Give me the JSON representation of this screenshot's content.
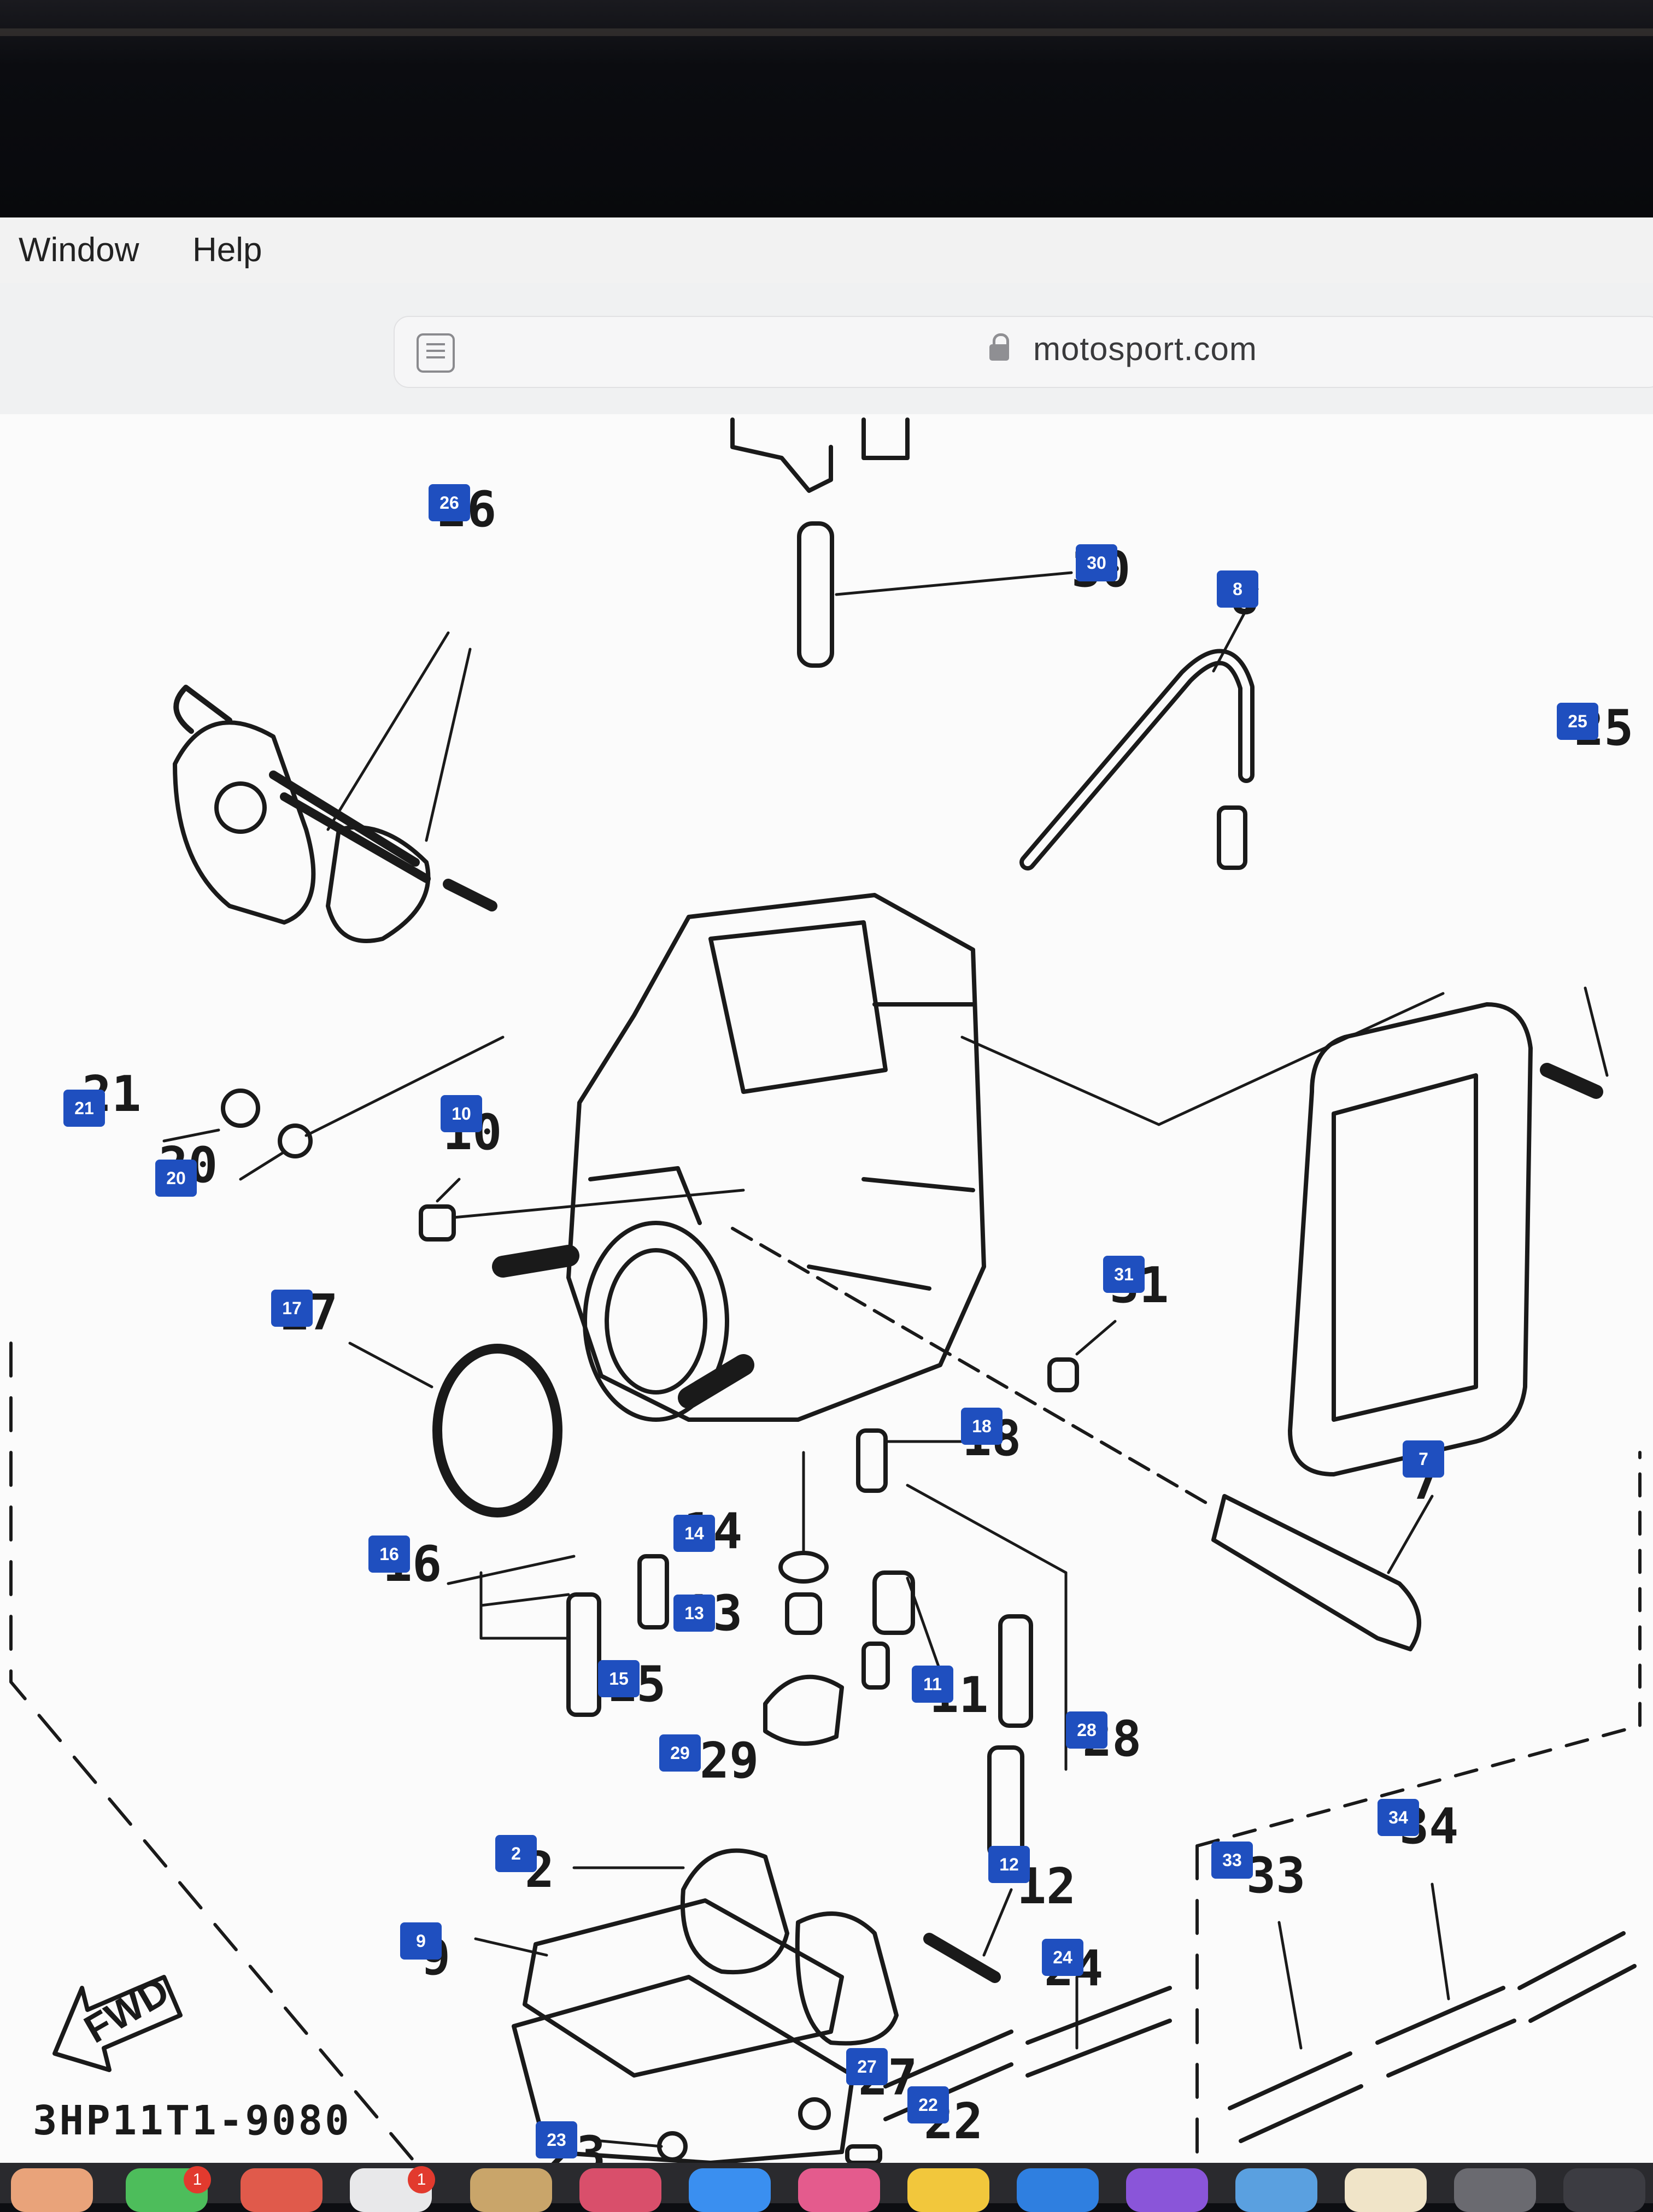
{
  "menubar": {
    "items": [
      "Window",
      "Help"
    ]
  },
  "browser": {
    "url": "motosport.com"
  },
  "diagram": {
    "part_code": "3HP11T1-9080",
    "direction_label": "FWD",
    "callouts": [
      {
        "num": "26",
        "label": "26"
      },
      {
        "num": "30",
        "label": "30"
      },
      {
        "num": "8",
        "label": "8"
      },
      {
        "num": "25",
        "label": "25"
      },
      {
        "num": "21",
        "label": "21"
      },
      {
        "num": "20",
        "label": "20"
      },
      {
        "num": "10",
        "label": "10"
      },
      {
        "num": "17",
        "label": "17"
      },
      {
        "num": "31",
        "label": "31"
      },
      {
        "num": "18",
        "label": "18"
      },
      {
        "num": "7",
        "label": "7"
      },
      {
        "num": "16",
        "label": "16"
      },
      {
        "num": "14",
        "label": "14"
      },
      {
        "num": "13",
        "label": "13"
      },
      {
        "num": "15",
        "label": "15"
      },
      {
        "num": "11",
        "label": "11"
      },
      {
        "num": "28",
        "label": "28"
      },
      {
        "num": "29",
        "label": "29"
      },
      {
        "num": "2",
        "label": "2"
      },
      {
        "num": "12",
        "label": "12"
      },
      {
        "num": "33",
        "label": "33"
      },
      {
        "num": "34",
        "label": "34"
      },
      {
        "num": "9",
        "label": "9"
      },
      {
        "num": "24",
        "label": "24"
      },
      {
        "num": "27",
        "label": "27"
      },
      {
        "num": "22",
        "label": "22"
      },
      {
        "num": "23",
        "label": "23"
      }
    ]
  },
  "dock": {
    "badges": [
      "1",
      "1"
    ]
  },
  "colors": {
    "badge": "#1f4fbf",
    "ink": "#1a1a1a"
  }
}
